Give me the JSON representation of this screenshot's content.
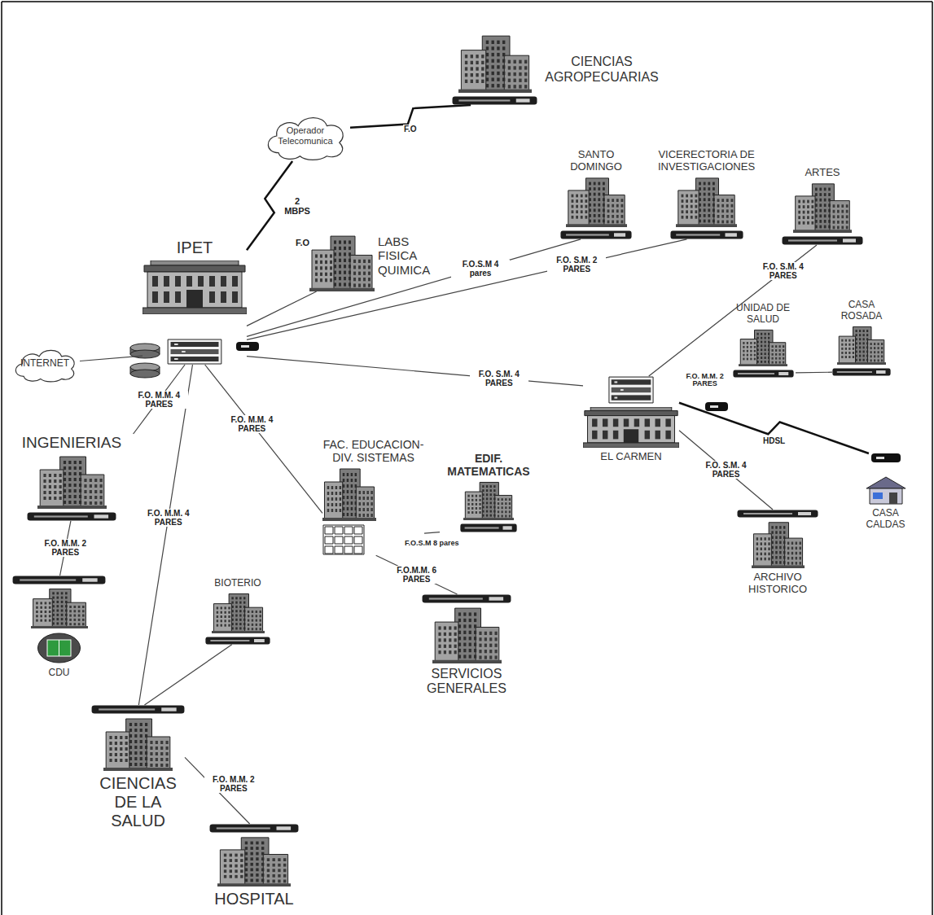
{
  "diagram": {
    "nodes": [
      {
        "text": [
          "CIENCIAS AGROPECUARIAS"
        ]
      },
      {
        "text": [
          "Operador Telecomunica"
        ]
      },
      {
        "text": [
          "SANTO DOMINGO"
        ]
      },
      {
        "text": [
          "VICERECTORIA DE INVESTIGACIONES"
        ]
      },
      {
        "text": [
          "ARTES"
        ]
      },
      {
        "text": [
          "IPET"
        ]
      },
      {
        "text": [
          "LABS FISICA QUIMICA"
        ]
      },
      {
        "text": [
          "INTERNET"
        ]
      },
      {
        "text": [
          "UNIDAD DE SALUD"
        ]
      },
      {
        "text": [
          "CASA ROSADA"
        ]
      },
      {
        "text": [
          "EL CARMEN"
        ]
      },
      {
        "text": [
          "INGENIERIAS"
        ]
      },
      {
        "text": [
          "FAC. EDUCACION- DIV. SISTEMAS"
        ]
      },
      {
        "text": [
          "EDIF. MATEMATICAS"
        ]
      },
      {
        "text": [
          "CASA CALDAS"
        ]
      },
      {
        "text": [
          "ARCHIVO HISTORICO"
        ]
      },
      {
        "text": [
          "CDU"
        ]
      },
      {
        "text": [
          "BIOTERIO"
        ]
      },
      {
        "text": [
          "SERVICIOS GENERALES"
        ]
      },
      {
        "text": [
          "CIENCIAS DE LA SALUD"
        ]
      },
      {
        "text": [
          "HOSPITAL"
        ]
      }
    ],
    "edges": [
      {
        "from": 5,
        "to": 1,
        "label": "2 MBPS",
        "arrow": "none"
      },
      {
        "from": 1,
        "to": 0,
        "label": "F.O",
        "arrow": "none"
      },
      {
        "from": 5,
        "to": 6,
        "arrow": "none"
      },
      {
        "from": 5,
        "to": 2,
        "label": "F.O.S.M 4 pares",
        "arrow": "none"
      },
      {
        "from": 5,
        "to": 3,
        "label": "F.O. S.M. 2 PARES",
        "arrow": "none"
      },
      {
        "from": 5,
        "to": 10,
        "label": "F.O. S.M. 4 PARES",
        "arrow": "none"
      },
      {
        "from": 10,
        "to": 4,
        "label": "F.O. S.M. 4 PARES",
        "arrow": "none"
      },
      {
        "from": 10,
        "to": 8,
        "label": "F.O. M.M. 2 PARES",
        "arrow": "none"
      },
      {
        "from": 8,
        "to": 9,
        "arrow": "none"
      },
      {
        "from": 10,
        "to": 14,
        "label": "HDSL",
        "arrow": "none"
      },
      {
        "from": 10,
        "to": 15,
        "label": "F.O. S.M. 4 PARES",
        "arrow": "none"
      },
      {
        "from": 7,
        "to": 5,
        "arrow": "none"
      },
      {
        "from": 5,
        "to": 11,
        "label": "F.O. M.M. 4 PARES",
        "arrow": "none"
      },
      {
        "from": 11,
        "to": 16,
        "label": "F.O. M.M. 2 PARES",
        "arrow": "none"
      },
      {
        "from": 5,
        "to": 19,
        "label": "F.O. M.M. 4 PARES",
        "arrow": "none"
      },
      {
        "from": 19,
        "to": 17,
        "arrow": "none"
      },
      {
        "from": 19,
        "to": 20,
        "label": "F.O. M.M. 2 PARES",
        "arrow": "none"
      },
      {
        "from": 5,
        "to": 12,
        "label": "F.O. M.M. 4 PARES",
        "arrow": "none"
      },
      {
        "from": 12,
        "to": 13,
        "label": "F.O.S.M 8 pares",
        "arrow": "none"
      },
      {
        "from": 12,
        "to": 18,
        "label": "F.O.M.M. 6 PARES",
        "arrow": "none"
      }
    ],
    "labels": [
      "F.O"
    ]
  }
}
